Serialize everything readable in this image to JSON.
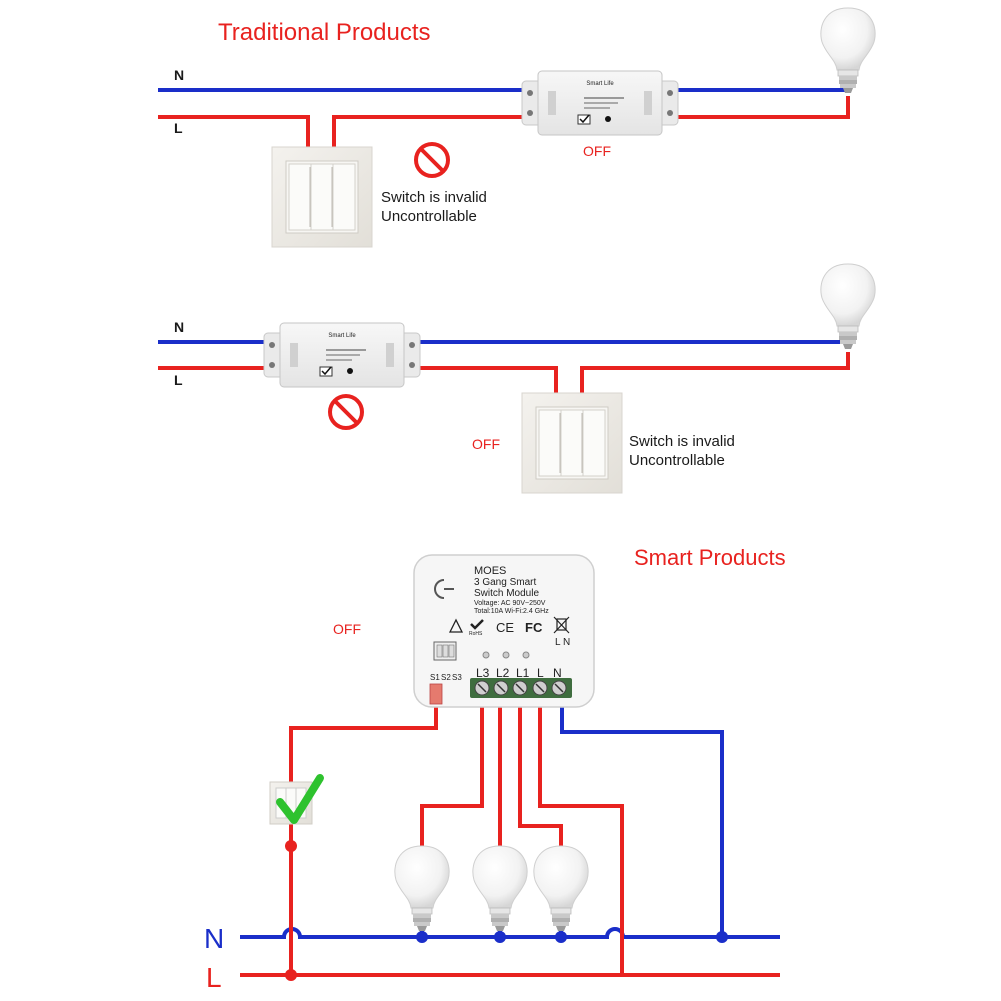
{
  "traditional": {
    "title": "Traditional Products",
    "diagram1": {
      "n_label": "N",
      "l_label": "L",
      "relay_brand": "Smart Life",
      "state": "OFF",
      "note_line1": "Switch is invalid",
      "note_line2": "Uncontrollable"
    },
    "diagram2": {
      "n_label": "N",
      "l_label": "L",
      "relay_brand": "Smart Life",
      "state": "OFF",
      "note_line1": "Switch is invalid",
      "note_line2": "Uncontrollable"
    }
  },
  "smart": {
    "title": "Smart Products",
    "state": "OFF",
    "module": {
      "brand": "MOES",
      "name_line1": "3 Gang Smart",
      "name_line2": "Switch Module",
      "spec_line1": "Voltage: AC 90V~250V",
      "spec_line2": "Total:10A    Wi-Fi:2.4 GHz",
      "terminal_labels": [
        "L3",
        "L2",
        "L1",
        "L",
        "N"
      ],
      "switch_labels": [
        "S1",
        "S2",
        "S3"
      ],
      "cert_marks": [
        "RoHS",
        "CE",
        "FC"
      ],
      "ln_mark": "L N"
    },
    "n_label": "N",
    "l_label": "L"
  },
  "colors": {
    "red": "#e8221f",
    "blue": "#1a2ec9",
    "green": "#2ec22e"
  }
}
